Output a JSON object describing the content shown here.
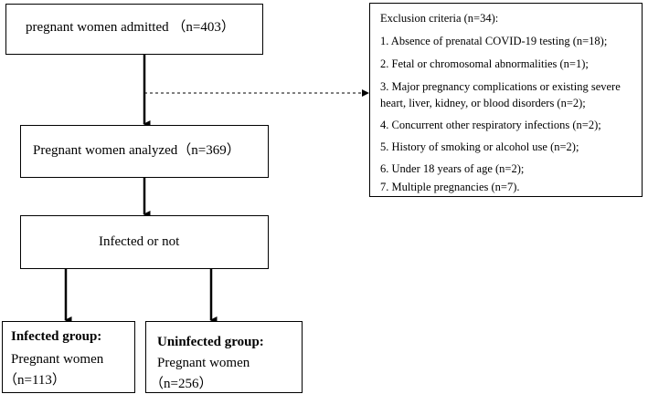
{
  "flowchart": {
    "admitted": {
      "label": "pregnant women admitted （n=403）"
    },
    "exclusion": {
      "title": "Exclusion criteria (n=34):",
      "items": [
        "1. Absence of prenatal COVID-19 testing (n=18);",
        "2. Fetal or chromosomal abnormalities (n=1);",
        "3. Major pregnancy complications or existing severe",
        "heart, liver, kidney, or blood disorders (n=2);",
        "4. Concurrent other respiratory infections (n=2);",
        "5. History of smoking or alcohol use (n=2);",
        "6. Under 18 years of age (n=2);",
        "7. Multiple pregnancies (n=7)."
      ]
    },
    "analyzed": {
      "label": "Pregnant women analyzed（n=369）"
    },
    "split": {
      "label": "Infected or not"
    },
    "infected_group": {
      "title": "Infected group:",
      "line1": "Pregnant women",
      "line2": "（n=113）"
    },
    "uninfected_group": {
      "title": "Uninfected group:",
      "line1": "Pregnant women",
      "line2": "（n=256）"
    }
  }
}
